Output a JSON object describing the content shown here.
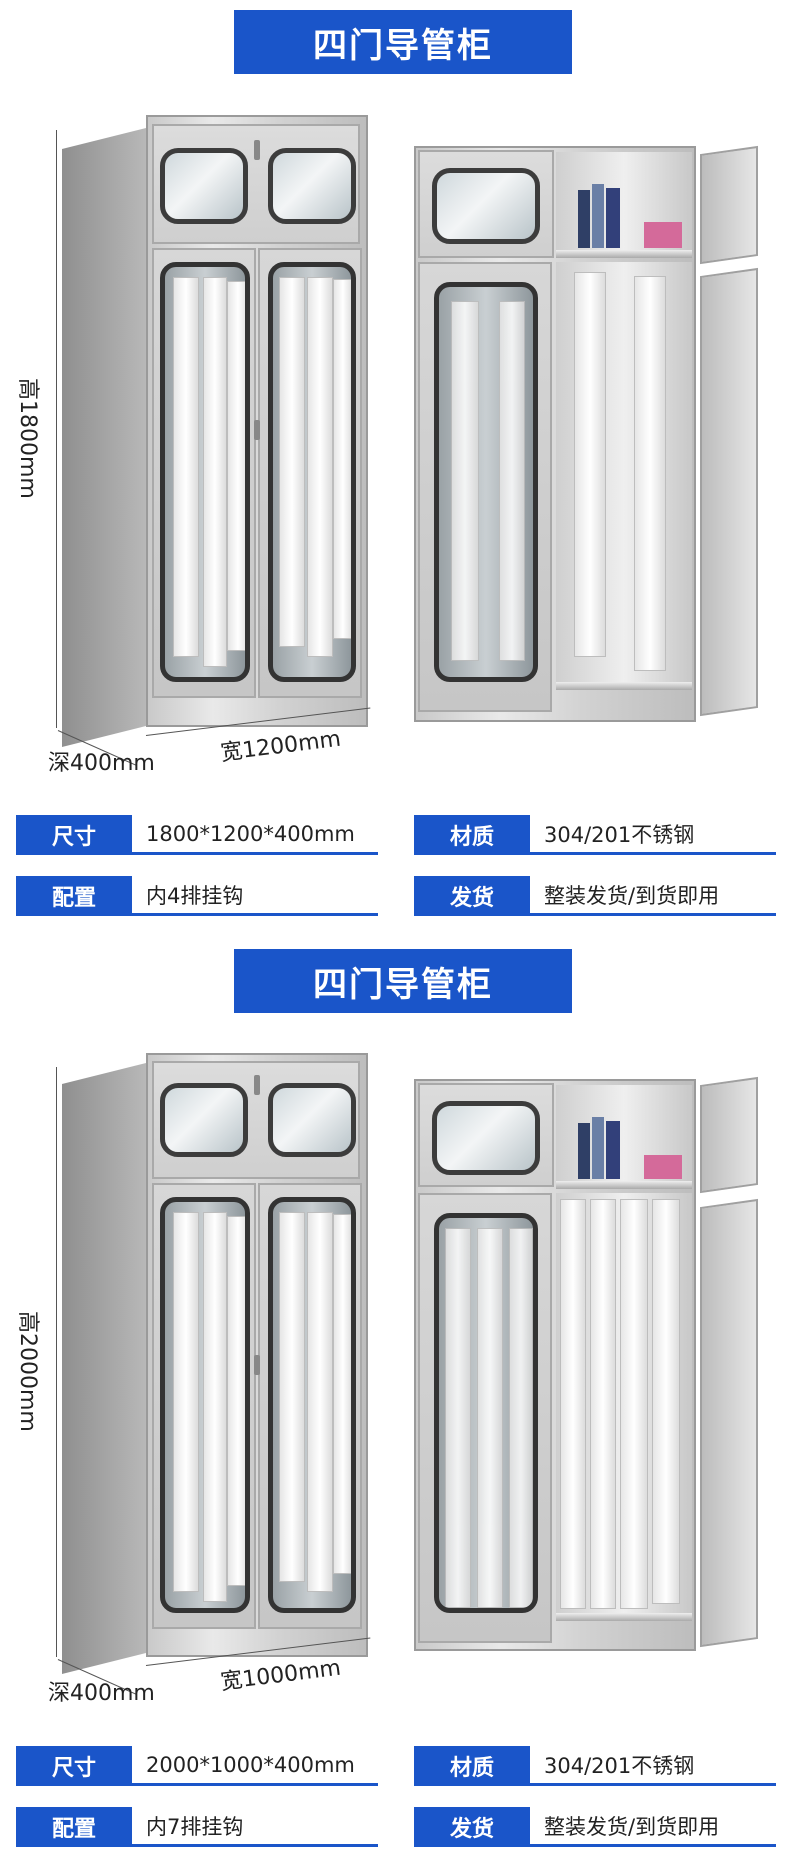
{
  "sections": [
    {
      "title": "四门导管柜",
      "dimensions": {
        "height": "高1800mm",
        "depth": "深400mm",
        "width": "宽1200mm"
      },
      "specs": [
        {
          "label": "尺寸",
          "value": "1800*1200*400mm"
        },
        {
          "label": "材质",
          "value": "304/201不锈钢"
        },
        {
          "label": "配置",
          "value": "内4排挂钩"
        },
        {
          "label": "发货",
          "value": "整装发货/到货即用"
        }
      ]
    },
    {
      "title": "四门导管柜",
      "dimensions": {
        "height": "高2000mm",
        "depth": "深400mm",
        "width": "宽1000mm"
      },
      "specs": [
        {
          "label": "尺寸",
          "value": "2000*1000*400mm"
        },
        {
          "label": "材质",
          "value": "304/201不锈钢"
        },
        {
          "label": "配置",
          "value": "内7排挂钩"
        },
        {
          "label": "发货",
          "value": "整装发货/到货即用"
        }
      ]
    }
  ],
  "colors": {
    "accent": "#1a55c9",
    "steel": "#c9c9c9",
    "frame": "#333333"
  }
}
